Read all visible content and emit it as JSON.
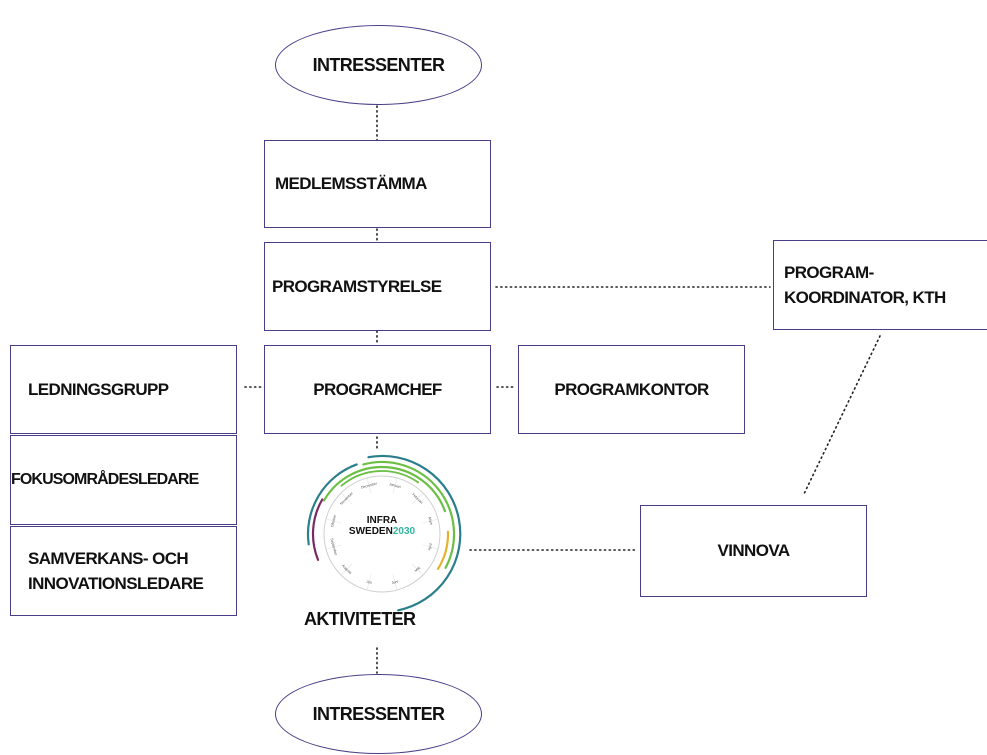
{
  "diagram": {
    "nodes": {
      "intressenter_top": "INTRESSENTER",
      "medlemsstamma": "MEDLEMSSTÄMMA",
      "programstyrelse": "PROGRAMSTYRELSE",
      "programkoordinator": "PROGRAM-\nKOORDINATOR, KTH",
      "ledningsgrupp": "LEDNINGSGRUPP",
      "programchef": "PROGRAMCHEF",
      "programkontor": "PROGRAMKONTOR",
      "fokusomradesledare": "FOKUSOMRÅDESLEDARE",
      "samverkans_innovationsledare": "SAMVERKANS- OCH\nINNOVATIONSLEDARE",
      "vinnova": "VINNOVA",
      "aktiviteter": "AKTIVITETER",
      "intressenter_bottom": "INTRESSENTER"
    },
    "logo": {
      "line1": "INFRA",
      "line2_word": "SWEDEN",
      "line2_year": "2030",
      "months": [
        "December",
        "Januari",
        "Februari",
        "Mars",
        "April",
        "Maj",
        "Juni",
        "Juli",
        "Augusti",
        "September",
        "Oktober",
        "November"
      ]
    },
    "colors": {
      "box_border": "#4a3d87",
      "connector": "#222222",
      "text": "#111111",
      "logo_green": "#6bbf45",
      "logo_teal": "#2b7f8c",
      "logo_purple": "#7a2a63",
      "logo_yellow": "#e4b22f",
      "logo_year": "#2fb5a0"
    }
  }
}
